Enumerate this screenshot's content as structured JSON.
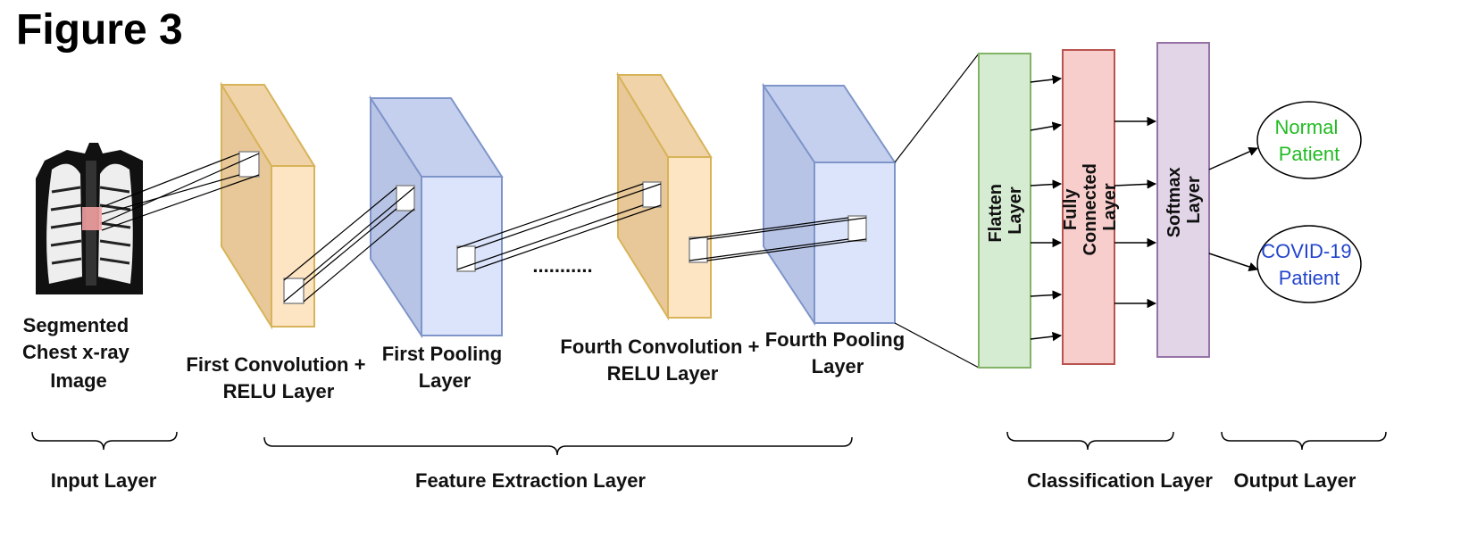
{
  "figure_title": "Figure 3",
  "input": {
    "label_lines": [
      "Segmented",
      "Chest x-ray",
      "Image"
    ]
  },
  "layers": {
    "conv1": [
      "First Convolution +",
      "RELU Layer"
    ],
    "pool1": [
      "First Pooling",
      "Layer"
    ],
    "ellipsis": "...........",
    "conv4": [
      "Fourth Convolution +",
      "RELU Layer"
    ],
    "pool4": [
      "Fourth Pooling",
      "Layer"
    ],
    "flatten": [
      "Flatten",
      "Layer"
    ],
    "fc": [
      "Fully",
      "Connected",
      "Layer"
    ],
    "softmax": [
      "Softmax",
      "Layer"
    ]
  },
  "outputs": {
    "normal": [
      "Normal",
      "Patient"
    ],
    "covid": [
      "COVID-19",
      "Patient"
    ]
  },
  "sections": {
    "input": "Input Layer",
    "feature": "Feature Extraction Layer",
    "classification": "Classification Layer",
    "output": "Output Layer"
  },
  "colors": {
    "conv_fill": "#fde5c4",
    "conv_side": "#f0d3a8",
    "conv_stroke": "#d7b35a",
    "pool_fill": "#dbe4fb",
    "pool_side": "#c5d0ee",
    "pool_stroke": "#7f95c9",
    "flatten_fill": "#d5ecd2",
    "flatten_stroke": "#82b366",
    "fc_fill": "#f8cecc",
    "fc_stroke": "#b85450",
    "softmax_fill": "#e1d5e7",
    "softmax_stroke": "#9673a6",
    "normal_text": "#22bb22",
    "covid_text": "#2244cc"
  }
}
